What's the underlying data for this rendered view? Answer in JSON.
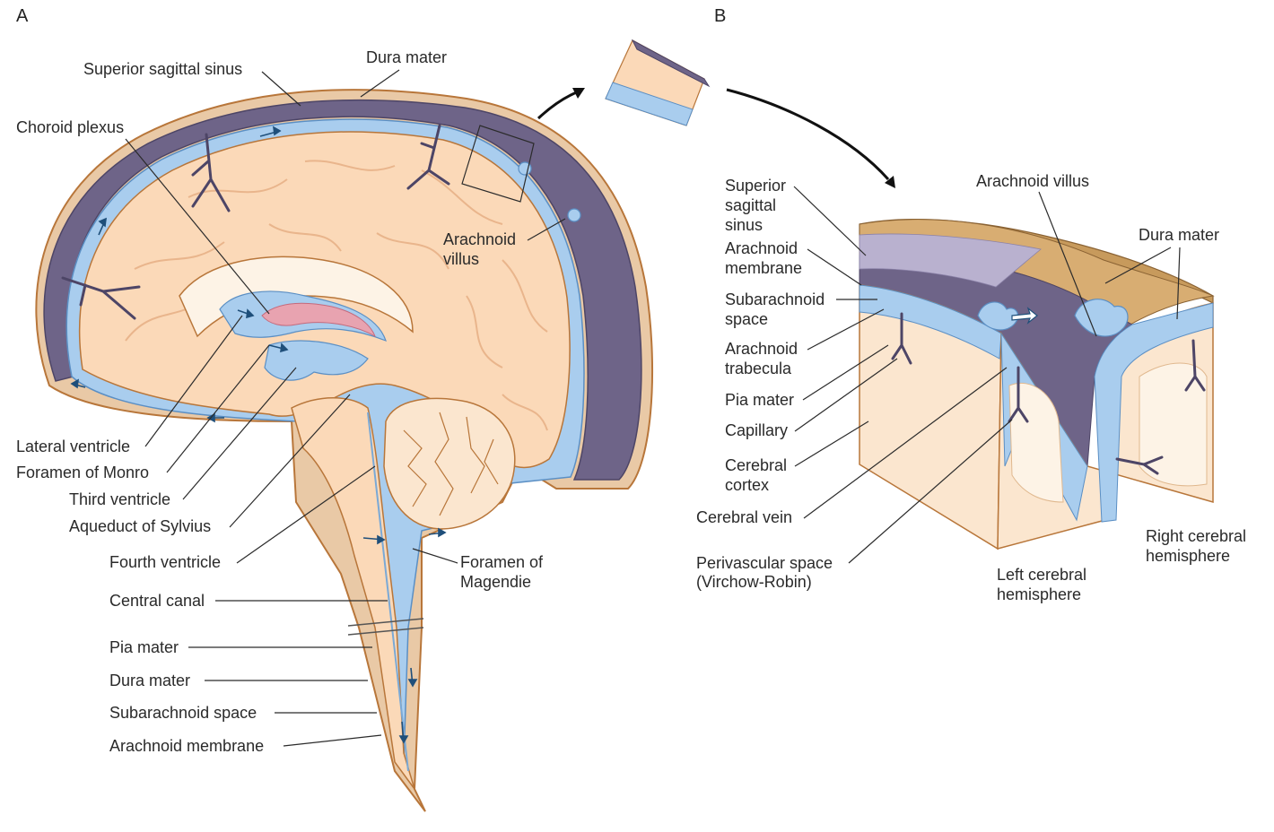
{
  "panels": {
    "a": "A",
    "b": "B"
  },
  "panel_a": {
    "superior_sagittal_sinus": "Superior sagittal sinus",
    "dura_mater_top": "Dura mater",
    "choroid_plexus": "Choroid plexus",
    "arachnoid_villus": [
      "Arachnoid",
      "villus"
    ],
    "lateral_ventricle": "Lateral ventricle",
    "foramen_of_monro": "Foramen of Monro",
    "third_ventricle": "Third ventricle",
    "aqueduct_of_sylvius": "Aqueduct of Sylvius",
    "fourth_ventricle": "Fourth ventricle",
    "foramen_of_magendie": [
      "Foramen of",
      "Magendie"
    ],
    "central_canal": "Central canal",
    "pia_mater": "Pia mater",
    "dura_mater": "Dura mater",
    "subarachnoid_space": "Subarachnoid space",
    "arachnoid_membrane": "Arachnoid membrane"
  },
  "panel_b": {
    "superior_sagittal_sinus": [
      "Superior",
      "sagittal",
      "sinus"
    ],
    "arachnoid_membrane": [
      "Arachnoid",
      "membrane"
    ],
    "subarachnoid_space": [
      "Subarachnoid",
      "space"
    ],
    "arachnoid_trabecula": [
      "Arachnoid",
      "trabecula"
    ],
    "pia_mater": "Pia mater",
    "capillary": "Capillary",
    "cerebral_cortex": [
      "Cerebral",
      "cortex"
    ],
    "cerebral_vein": "Cerebral vein",
    "perivascular_space": [
      "Perivascular space",
      "(Virchow-Robin)"
    ],
    "arachnoid_villus": "Arachnoid villus",
    "dura_mater": "Dura mater",
    "left_cerebral_hemisphere": [
      "Left cerebral",
      "hemisphere"
    ],
    "right_cerebral_hemisphere": [
      "Right cerebral",
      "hemisphere"
    ]
  },
  "colors": {
    "brain": "#fbd9b8",
    "csf": "#a9cdee",
    "dura": "#6e6488",
    "outline": "#b8763a",
    "choroid": "#e8a3b0",
    "arrow": "#1f4f7a"
  }
}
